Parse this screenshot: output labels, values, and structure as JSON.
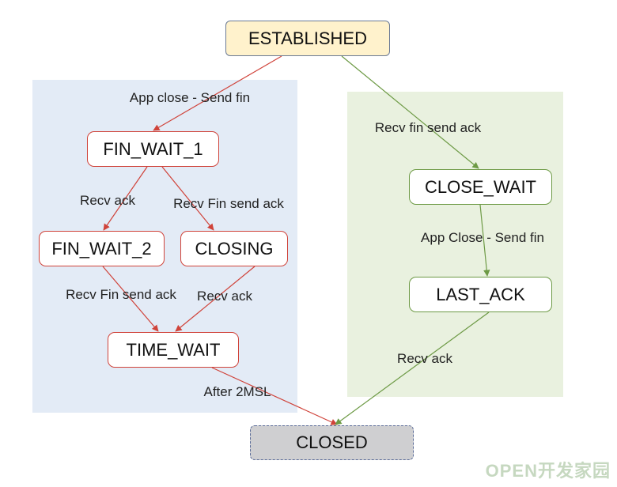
{
  "colors": {
    "active_region_bg": "#e3ebf6",
    "passive_region_bg": "#e9f1df",
    "red_edge": "#d0433a",
    "green_edge": "#6d9a45",
    "established_fill": "#fff2cc",
    "closed_fill": "#cfcfd1"
  },
  "nodes": {
    "established": "ESTABLISHED",
    "fin_wait_1": "FIN_WAIT_1",
    "fin_wait_2": "FIN_WAIT_2",
    "closing": "CLOSING",
    "time_wait": "TIME_WAIT",
    "close_wait": "CLOSE_WAIT",
    "last_ack": "LAST_ACK",
    "closed": "CLOSED"
  },
  "edges": [
    {
      "from": "ESTABLISHED",
      "to": "FIN_WAIT_1",
      "label": "App close - Send fin"
    },
    {
      "from": "FIN_WAIT_1",
      "to": "FIN_WAIT_2",
      "label": "Recv ack"
    },
    {
      "from": "FIN_WAIT_1",
      "to": "CLOSING",
      "label": "Recv Fin send ack"
    },
    {
      "from": "FIN_WAIT_2",
      "to": "TIME_WAIT",
      "label": "Recv Fin send ack"
    },
    {
      "from": "CLOSING",
      "to": "TIME_WAIT",
      "label": "Recv ack"
    },
    {
      "from": "TIME_WAIT",
      "to": "CLOSED",
      "label": "After 2MSL"
    },
    {
      "from": "ESTABLISHED",
      "to": "CLOSE_WAIT",
      "label": "Recv fin send ack"
    },
    {
      "from": "CLOSE_WAIT",
      "to": "LAST_ACK",
      "label": "App Close - Send fin"
    },
    {
      "from": "LAST_ACK",
      "to": "CLOSED",
      "label": "Recv ack"
    }
  ],
  "watermark": "OPEN开发家园"
}
